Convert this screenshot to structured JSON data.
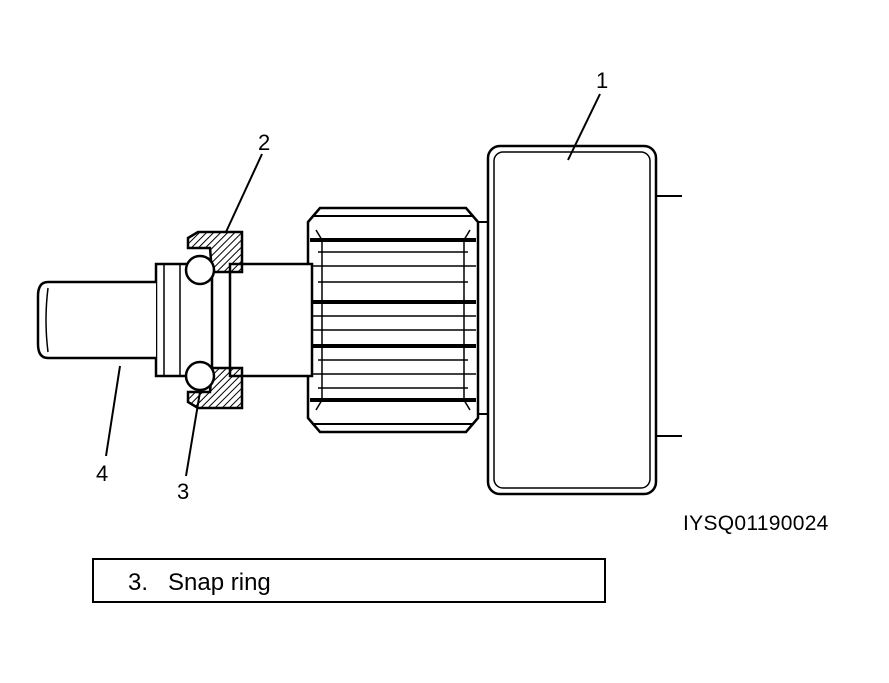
{
  "diagram": {
    "callouts": [
      {
        "id": "1",
        "text": "1"
      },
      {
        "id": "2",
        "text": "2"
      },
      {
        "id": "3",
        "text": "3"
      },
      {
        "id": "4",
        "text": "4"
      }
    ],
    "figure_code": "IYSQ01190024"
  },
  "legend": {
    "items": [
      {
        "number": "3.",
        "label": "Snap ring"
      }
    ]
  }
}
